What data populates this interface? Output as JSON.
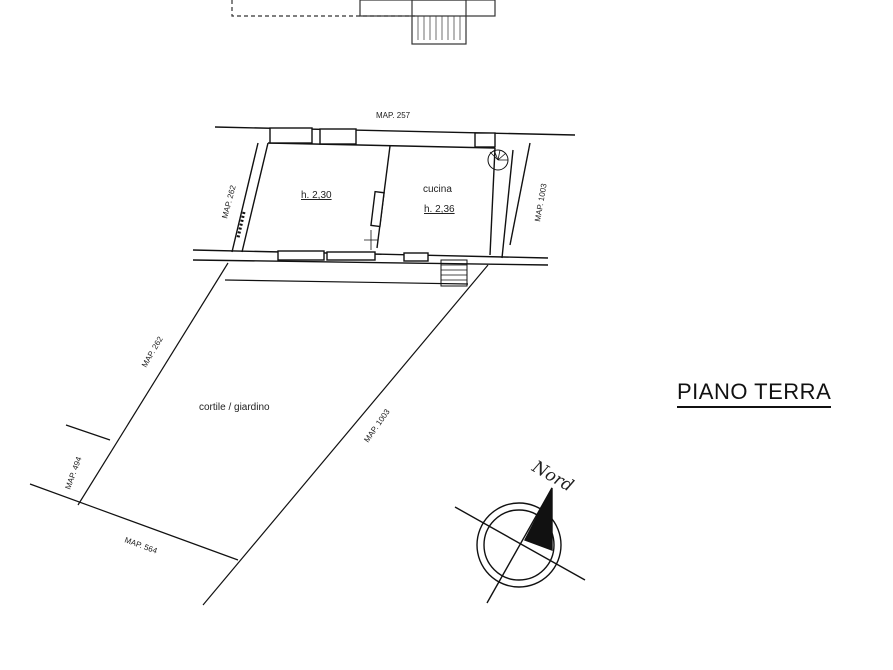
{
  "parcels": {
    "north": "MAP. 257",
    "west_upper": "MAP. 262",
    "east_upper": "MAP. 1003",
    "west_lower": "MAP. 262",
    "east_lower": "MAP. 1003",
    "far_west": "MAP. 494",
    "south": "MAP. 564"
  },
  "rooms": {
    "room1_height": "h. 2,30",
    "kitchen_name": "cucina",
    "kitchen_height": "h. 2,36",
    "courtyard": "cortile / giardino"
  },
  "floor_title": "PIANO TERRA",
  "north_label": "Nord"
}
